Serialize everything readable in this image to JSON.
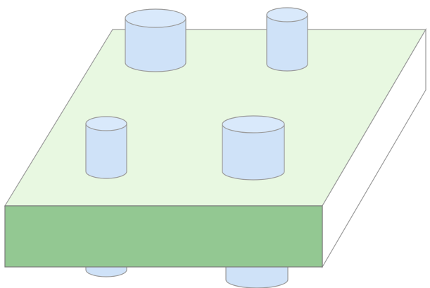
{
  "diagram": {
    "colors": {
      "background": "#ffffff",
      "plate_top_fill": "#e8f8e1",
      "plate_front_fill": "#93c892",
      "plate_side_fill": "#ffffff",
      "outline": "#9a9a9a",
      "cylinder_fill": "#cfe2f8",
      "cylinder_top_fill": "#d9e9fb"
    },
    "plate": {
      "name": "slab"
    },
    "cylinders": [
      {
        "id": "top-left",
        "placement": "above"
      },
      {
        "id": "top-right",
        "placement": "above"
      },
      {
        "id": "middle-left",
        "placement": "above"
      },
      {
        "id": "middle-right",
        "placement": "above"
      },
      {
        "id": "bottom-left",
        "placement": "below"
      },
      {
        "id": "bottom-right",
        "placement": "below"
      }
    ]
  }
}
